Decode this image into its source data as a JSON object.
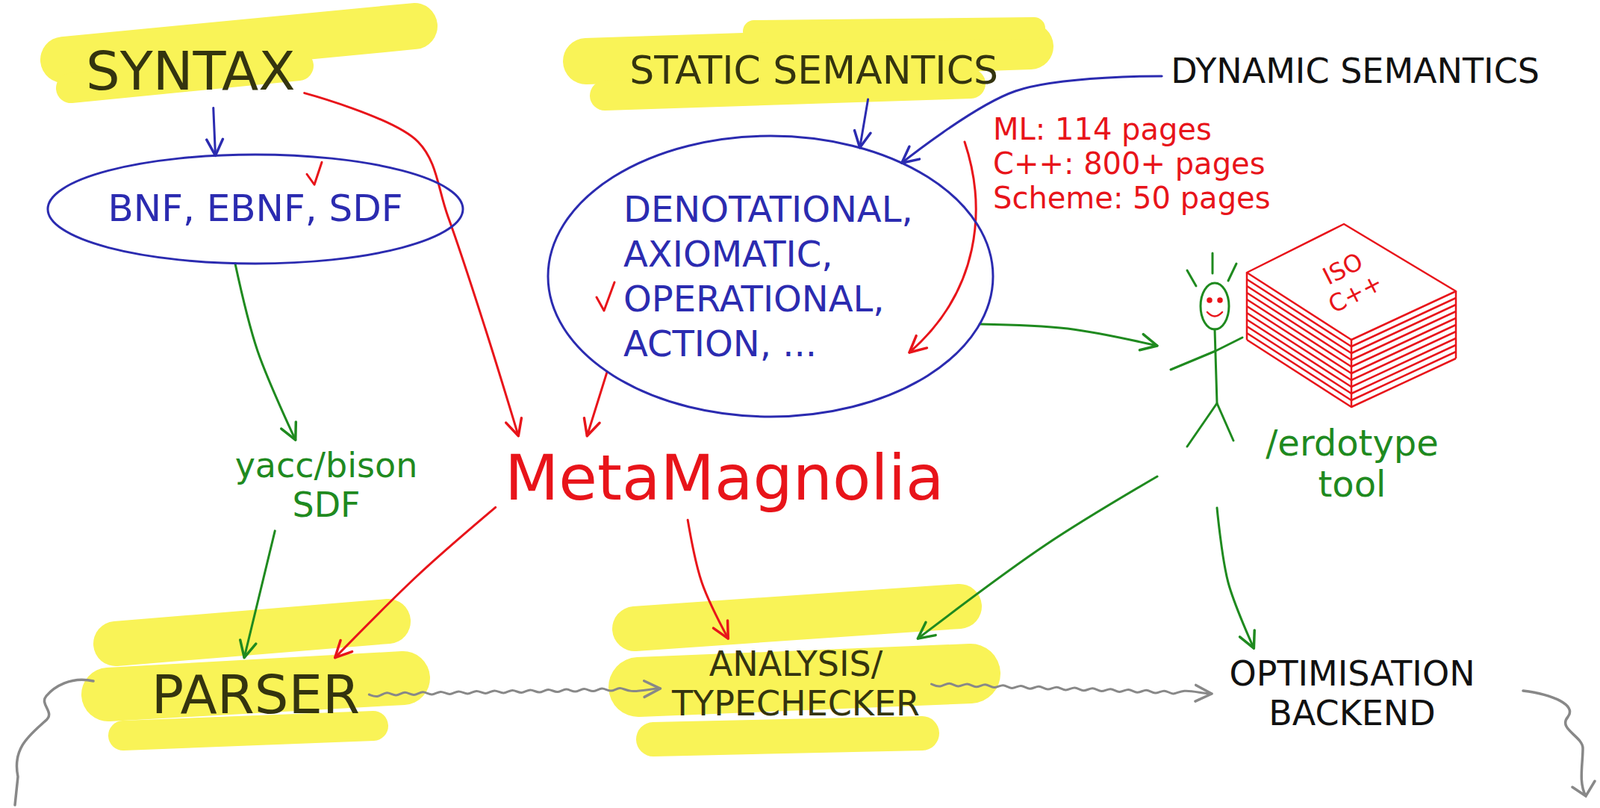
{
  "diagram": {
    "nodes": [
      {
        "text": [
          "SYNTAX"
        ]
      },
      {
        "text": [
          "STATIC SEMANTICS"
        ]
      },
      {
        "text": [
          "DYNAMIC SEMANTICS"
        ]
      },
      {
        "text": [
          "BNF, EBNF, SDF"
        ]
      },
      {
        "text": [
          "DENOTATIONAL, AXIOMATIC, OPERATIONAL, ACTION, ..."
        ]
      },
      {
        "text": [
          "yacc/bison SDF"
        ]
      },
      {
        "text": [
          "MetaMagnolia"
        ]
      },
      {
        "text": [
          "/erdotype tool"
        ]
      },
      {
        "text": [
          "PARSER"
        ]
      },
      {
        "text": [
          "ANALYSIS/ TYPECHECKER"
        ]
      },
      {
        "text": [
          "OPTIMISATION BACKEND"
        ]
      }
    ],
    "edges": [
      {
        "from": 0,
        "to": 3,
        "arrow": "to"
      },
      {
        "from": 3,
        "to": 5,
        "arrow": "to"
      },
      {
        "from": 5,
        "to": 8,
        "arrow": "to"
      },
      {
        "from": 0,
        "to": 6,
        "arrow": "to"
      },
      {
        "from": 1,
        "to": 4,
        "arrow": "to"
      },
      {
        "from": 2,
        "to": 4,
        "arrow": "to"
      },
      {
        "from": 4,
        "to": 6,
        "arrow": "to"
      },
      {
        "from": 4,
        "to": 7,
        "arrow": "to"
      },
      {
        "from": 6,
        "to": 8,
        "arrow": "to"
      },
      {
        "from": 6,
        "to": 9,
        "arrow": "to"
      },
      {
        "from": 7,
        "to": 9,
        "arrow": "to"
      },
      {
        "from": 7,
        "to": 10,
        "arrow": "to"
      },
      {
        "from": 8,
        "to": 9,
        "arrow": "to"
      },
      {
        "from": 9,
        "to": 10,
        "arrow": "to"
      }
    ],
    "labels": [
      "ML: 114 pages",
      "C++: 800+ pages",
      "Scheme: 50 pages",
      "ISO C++"
    ]
  }
}
